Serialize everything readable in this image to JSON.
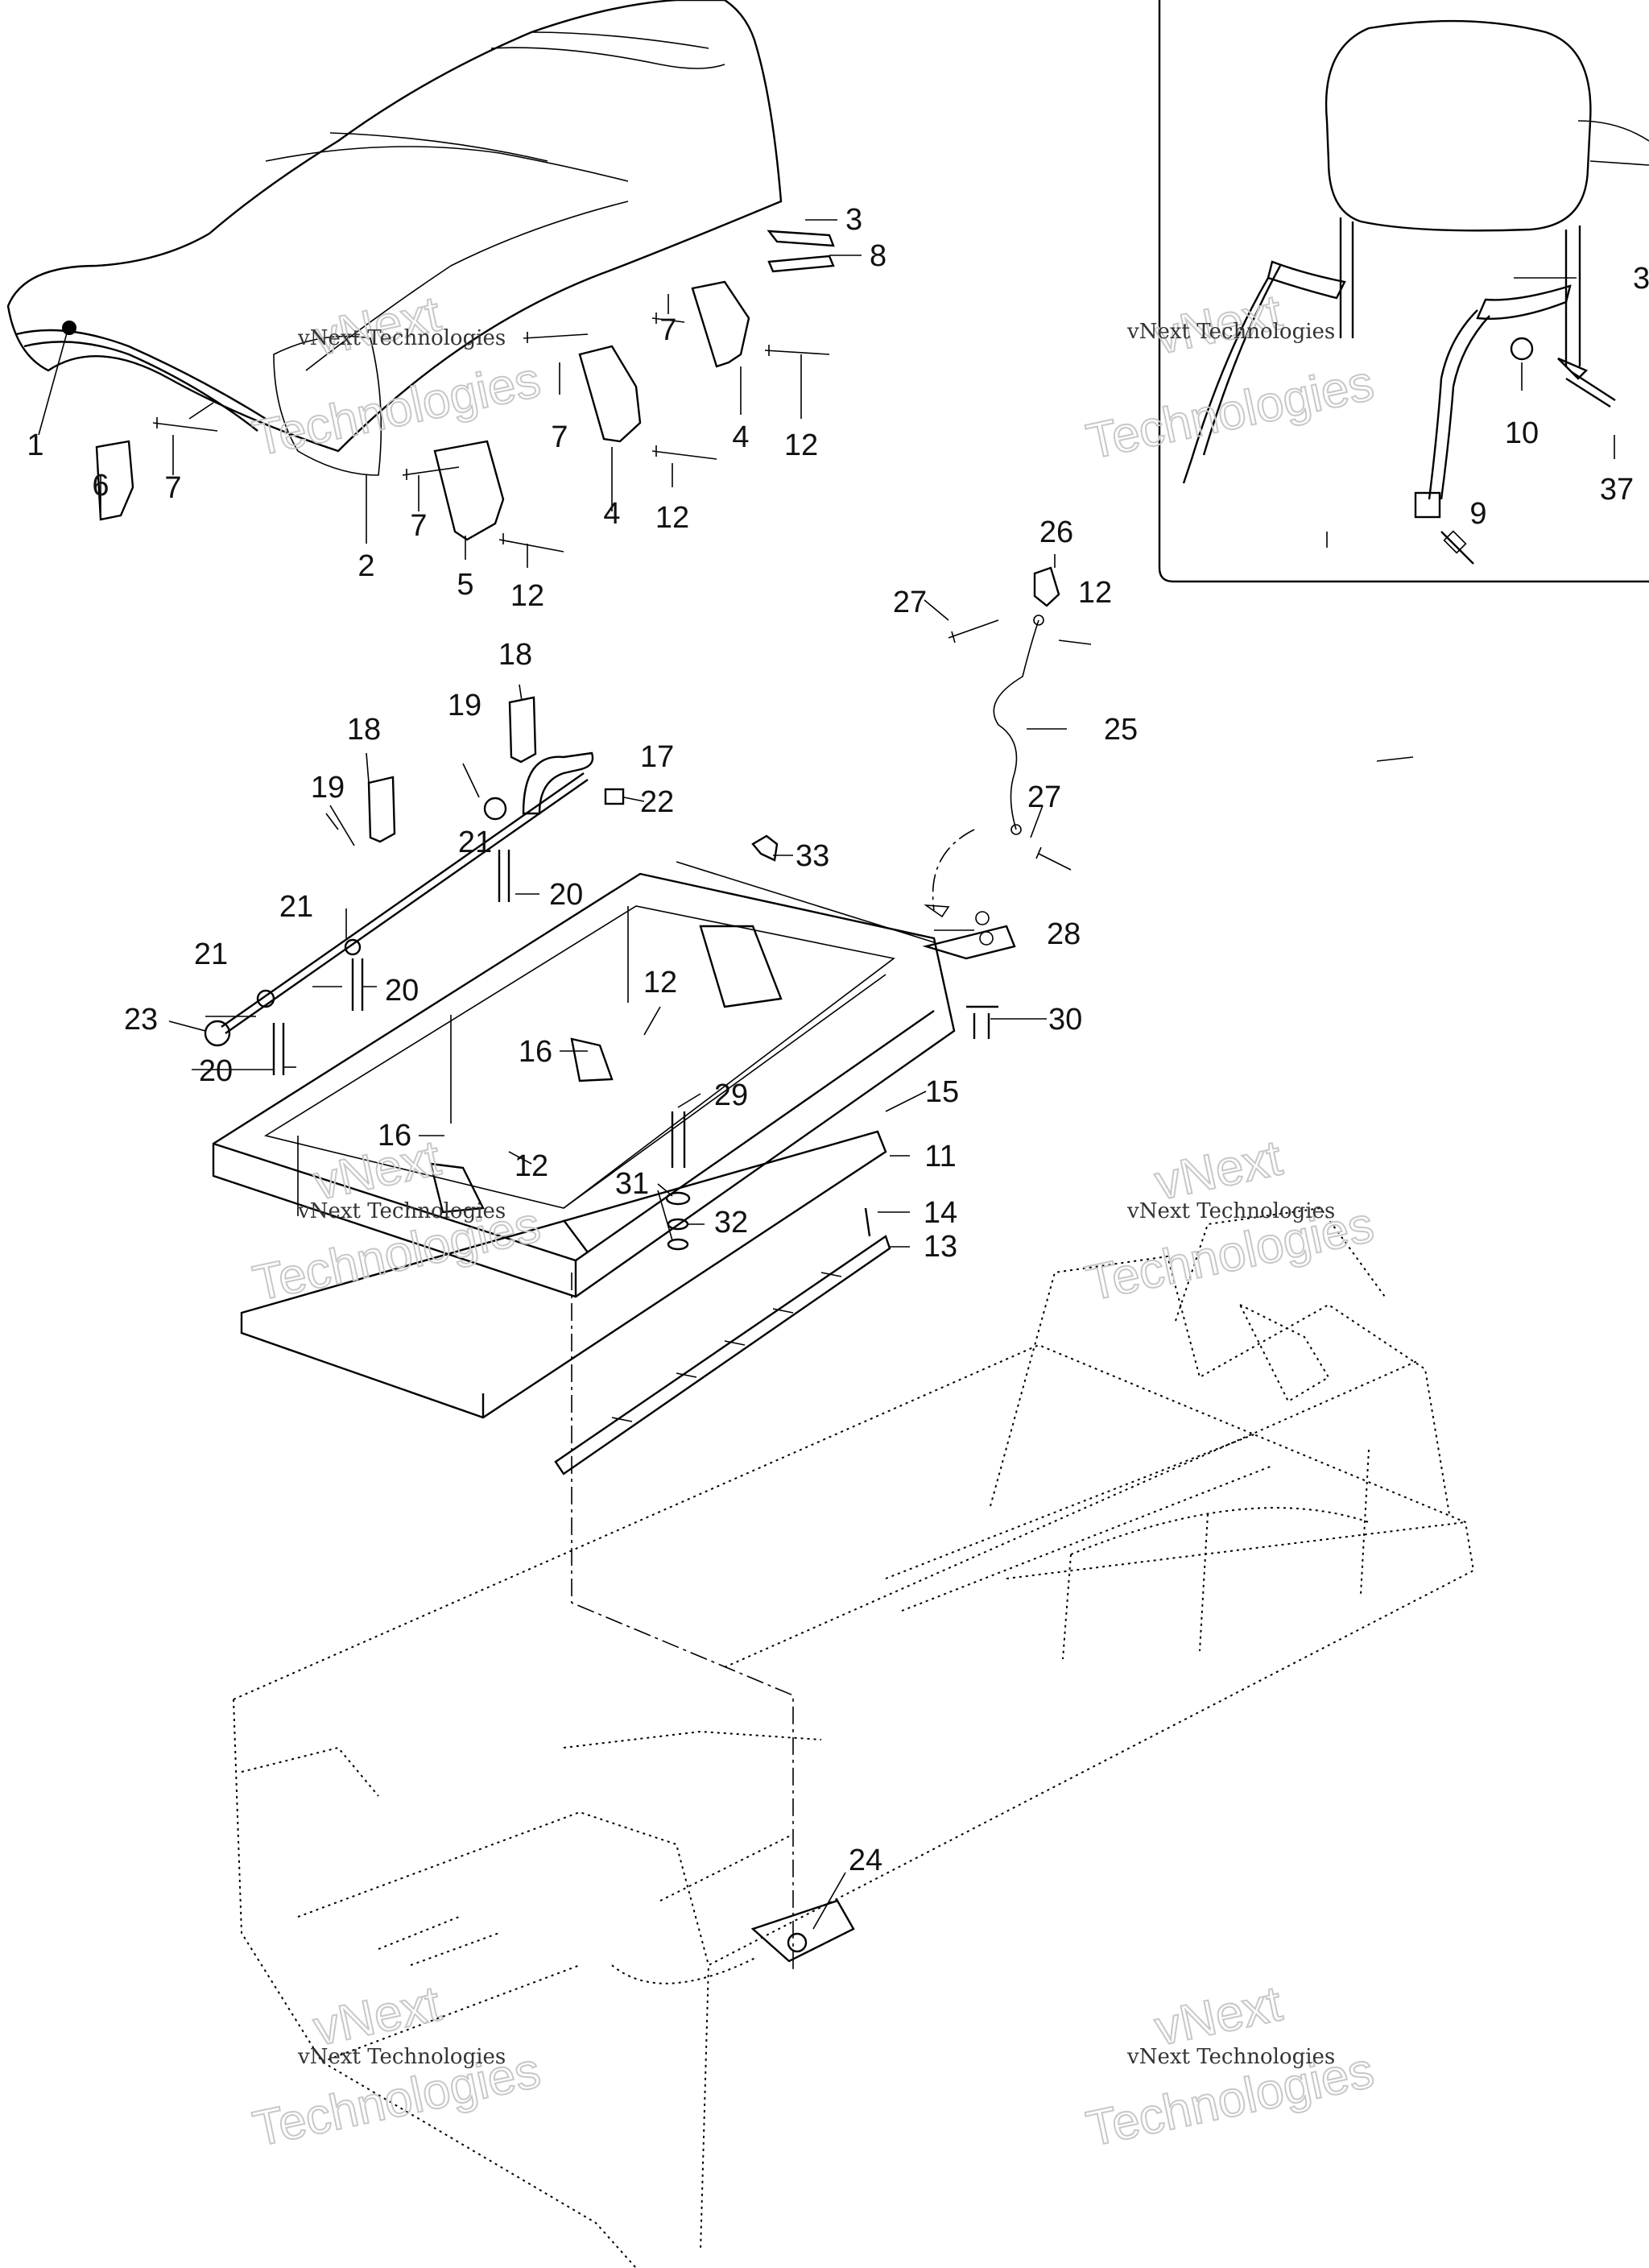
{
  "callouts": [
    {
      "id": "c1",
      "label": "1"
    },
    {
      "id": "c2",
      "label": "2"
    },
    {
      "id": "c3",
      "label": "3"
    },
    {
      "id": "c4a",
      "label": "4"
    },
    {
      "id": "c4b",
      "label": "4"
    },
    {
      "id": "c5",
      "label": "5"
    },
    {
      "id": "c6",
      "label": "6"
    },
    {
      "id": "c7a",
      "label": "7"
    },
    {
      "id": "c7b",
      "label": "7"
    },
    {
      "id": "c7c",
      "label": "7"
    },
    {
      "id": "c7d",
      "label": "7"
    },
    {
      "id": "c8",
      "label": "8"
    },
    {
      "id": "c12a",
      "label": "12"
    },
    {
      "id": "c12b",
      "label": "12"
    },
    {
      "id": "c12c",
      "label": "12"
    },
    {
      "id": "c3r",
      "label": "3"
    },
    {
      "id": "c10",
      "label": "10"
    },
    {
      "id": "c37",
      "label": "37"
    },
    {
      "id": "c9",
      "label": "9"
    },
    {
      "id": "c26",
      "label": "26"
    },
    {
      "id": "c27a",
      "label": "27"
    },
    {
      "id": "c12d",
      "label": "12"
    },
    {
      "id": "c25",
      "label": "25"
    },
    {
      "id": "c27b",
      "label": "27"
    },
    {
      "id": "c18a",
      "label": "18"
    },
    {
      "id": "c18b",
      "label": "18"
    },
    {
      "id": "c19a",
      "label": "19"
    },
    {
      "id": "c19b",
      "label": "19"
    },
    {
      "id": "c17",
      "label": "17"
    },
    {
      "id": "c22",
      "label": "22"
    },
    {
      "id": "c21a",
      "label": "21"
    },
    {
      "id": "c21b",
      "label": "21"
    },
    {
      "id": "c21c",
      "label": "21"
    },
    {
      "id": "c20a",
      "label": "20"
    },
    {
      "id": "c20b",
      "label": "20"
    },
    {
      "id": "c20c",
      "label": "20"
    },
    {
      "id": "c23",
      "label": "23"
    },
    {
      "id": "c33",
      "label": "33"
    },
    {
      "id": "c28",
      "label": "28"
    },
    {
      "id": "c30",
      "label": "30"
    },
    {
      "id": "c12e",
      "label": "12"
    },
    {
      "id": "c16a",
      "label": "16"
    },
    {
      "id": "c16b",
      "label": "16"
    },
    {
      "id": "c12f",
      "label": "12"
    },
    {
      "id": "c29",
      "label": "29"
    },
    {
      "id": "c15",
      "label": "15"
    },
    {
      "id": "c32",
      "label": "32"
    },
    {
      "id": "c11",
      "label": "11"
    },
    {
      "id": "c31",
      "label": "31"
    },
    {
      "id": "c14",
      "label": "14"
    },
    {
      "id": "c13",
      "label": "13"
    },
    {
      "id": "c24",
      "label": "24"
    }
  ],
  "watermark": {
    "line1": "vNext Technologies",
    "big1": "vNext",
    "big2": "Technologies"
  }
}
